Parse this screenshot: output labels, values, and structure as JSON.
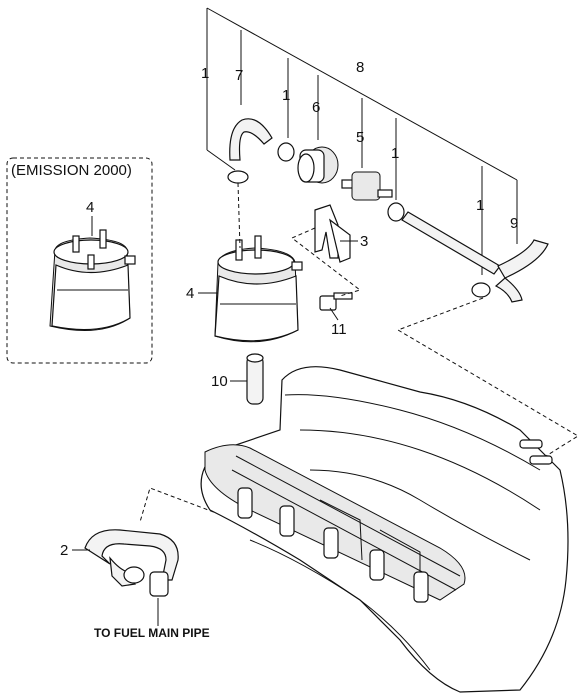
{
  "inset_title": "(EMISSION 2000)",
  "caption": "TO FUEL MAIN PIPE",
  "callouts": {
    "c1a": "1",
    "c1b": "1",
    "c1c": "1",
    "c1d": "1",
    "c2": "2",
    "c3": "3",
    "c4_inset": "4",
    "c4": "4",
    "c5": "5",
    "c6": "6",
    "c7": "7",
    "c8": "8",
    "c9": "9",
    "c10": "10",
    "c11": "11"
  },
  "palette": {
    "line": "#111111",
    "background": "#ffffff",
    "shading": "#e9e9e9"
  }
}
